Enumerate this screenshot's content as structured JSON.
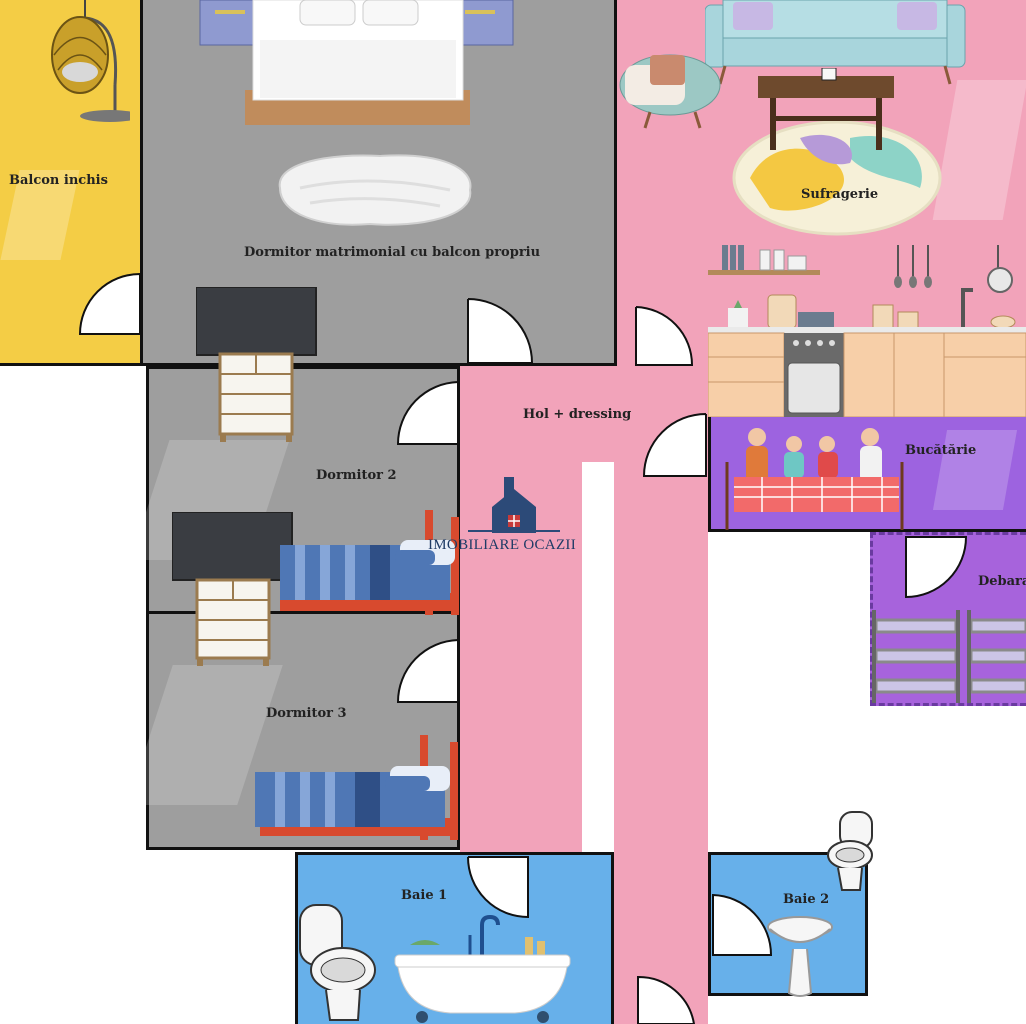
{
  "rooms": {
    "balcony": "Balcon inchis",
    "master_bedroom": "Dormitor matrimonial cu balcon propriu",
    "living_room": "Sufragerie",
    "hallway": "Hol + dressing",
    "kitchen": "Bucătărie",
    "bedroom_2": "Dormitor 2",
    "bedroom_3": "Dormitor 3",
    "pantry": "Debara",
    "bathroom_1": "Baie 1",
    "bathroom_2": "Baie 2"
  },
  "watermark": {
    "text": "IMOBILIARE OCAZII"
  },
  "colors": {
    "balcony": "#f4cd45",
    "bedroom": "#9e9e9e",
    "living": "#f2a3ba",
    "kitchen_purple": "#9d63e0",
    "bathroom": "#67b0ea",
    "wall": "#111111"
  },
  "icons": [
    "hanging-chair-icon",
    "bed-icon",
    "rug-icon",
    "tv-icon",
    "dresser-icon",
    "sofa-icon",
    "armchair-icon",
    "coffee-table-icon",
    "kitchen-counter-icon",
    "family-dining-icon",
    "shelf-icon",
    "toilet-icon",
    "bathtub-icon",
    "sink-icon",
    "door-icon",
    "house-logo-icon"
  ]
}
